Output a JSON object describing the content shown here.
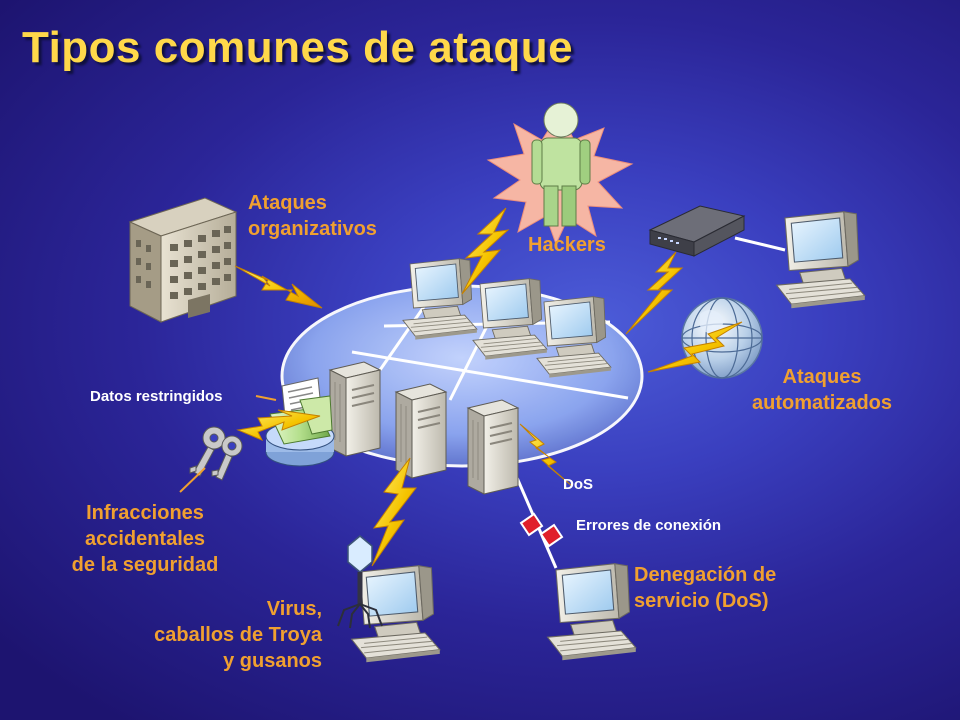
{
  "slide": {
    "title": "Tipos comunes de ataque",
    "colors": {
      "title": "#ffd84a",
      "label_orange": "#f0a030",
      "label_white": "#ffffff",
      "lightning": "#f5c400",
      "background": "#3a3fbf"
    }
  },
  "labels": {
    "ataques_organizativos": [
      "Ataques",
      "organizativos"
    ],
    "hackers": "Hackers",
    "ataques_automatizados": [
      "Ataques",
      "automatizados"
    ],
    "datos_restringidos": "Datos restringidos",
    "infracciones": [
      "Infracciones",
      "accidentales",
      "de la seguridad"
    ],
    "virus": [
      "Virus,",
      "caballos de Troya",
      "y gusanos"
    ],
    "dos": "DoS",
    "errores_conexion": "Errores de conexión",
    "denegacion": [
      "Denegación de",
      "servicio (DoS)"
    ]
  },
  "icons": [
    "office-building-icon",
    "hacker-person-icon",
    "modem-icon",
    "computer-icon",
    "globe-icon",
    "server-icon",
    "database-folder-icon",
    "keys-icon",
    "virus-icon",
    "broken-link-icon",
    "lightning-bolt-icon",
    "network-disc-icon"
  ]
}
